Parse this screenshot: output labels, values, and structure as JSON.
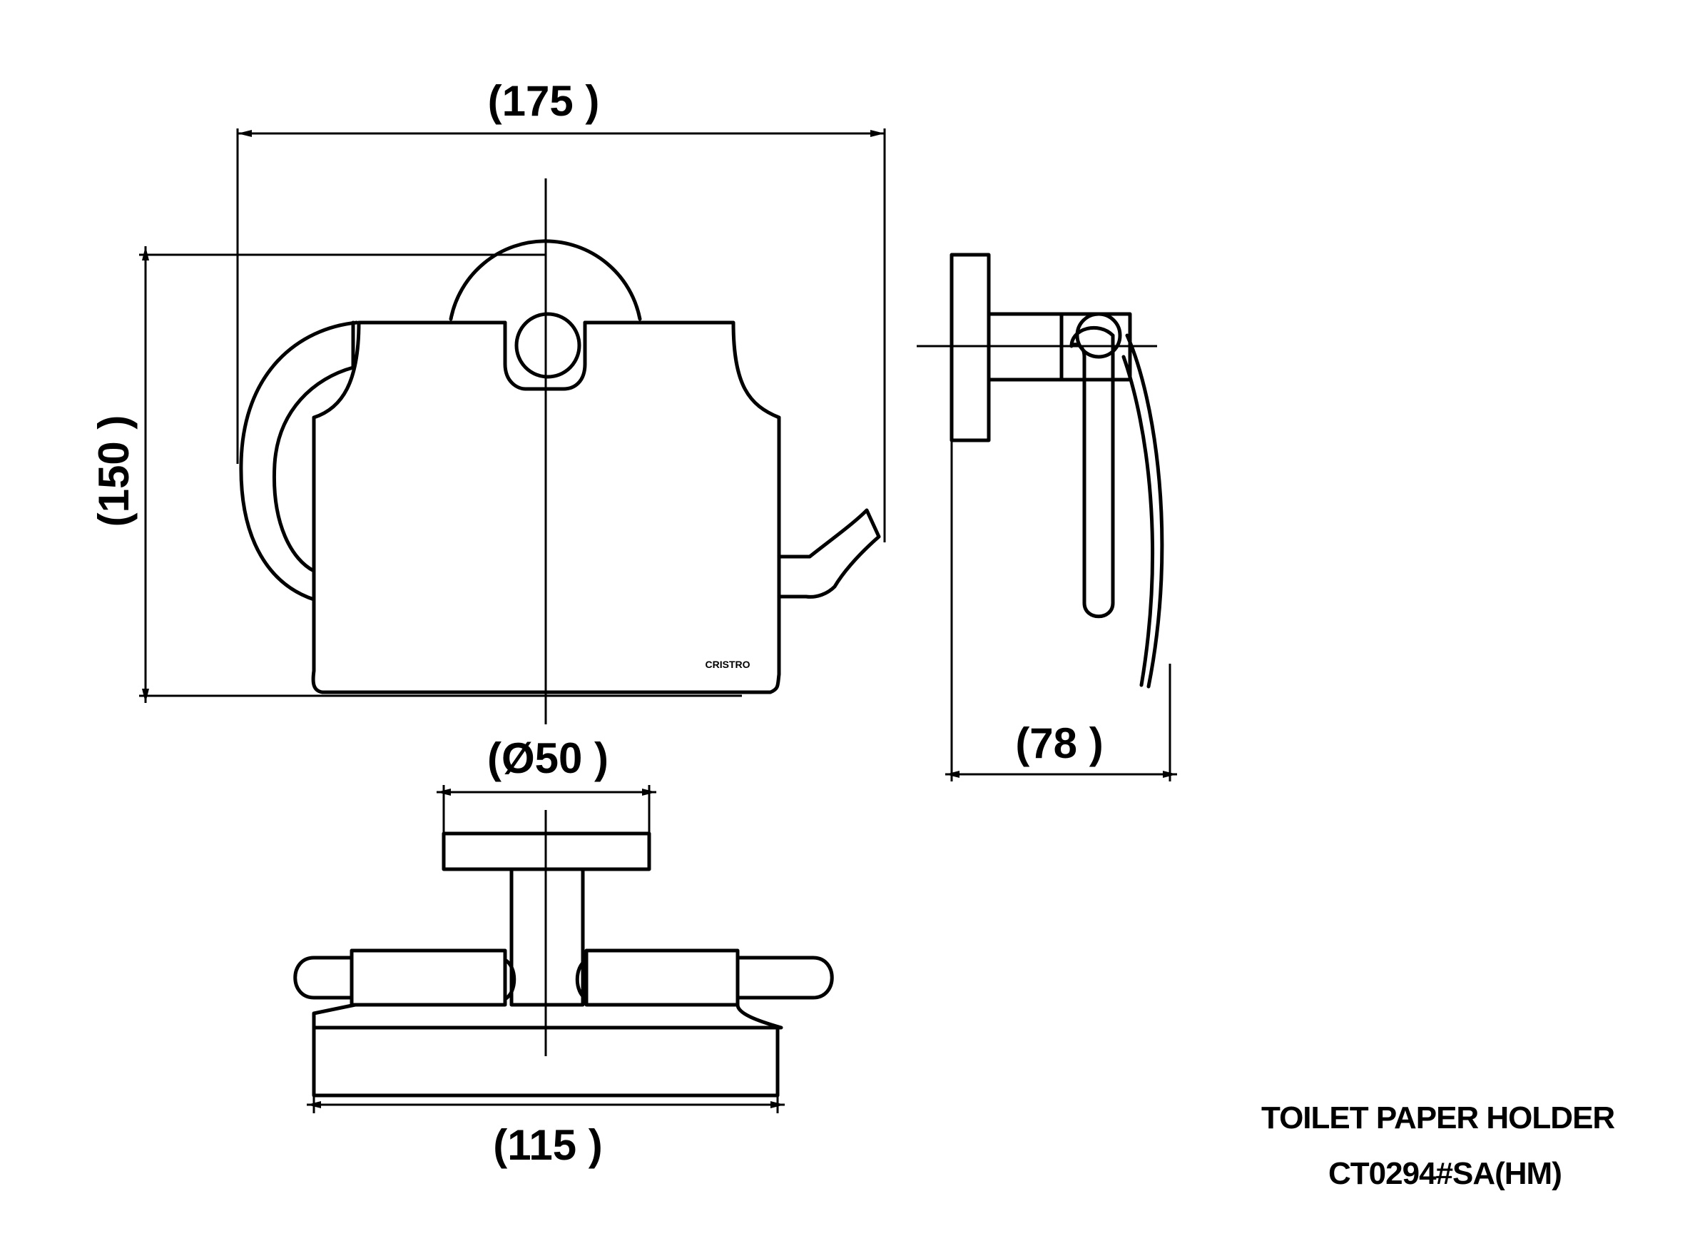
{
  "dimensions": {
    "width_overall": "(175 )",
    "height_overall": "(150 )",
    "projection": "(78 )",
    "flange_diameter": "(Ø50 )",
    "cover_width": "(115 )"
  },
  "brand_mark": "CRISTRO",
  "title": {
    "product_name": "TOILET PAPER HOLDER",
    "model_code": "CT0294#SA(HM)"
  }
}
